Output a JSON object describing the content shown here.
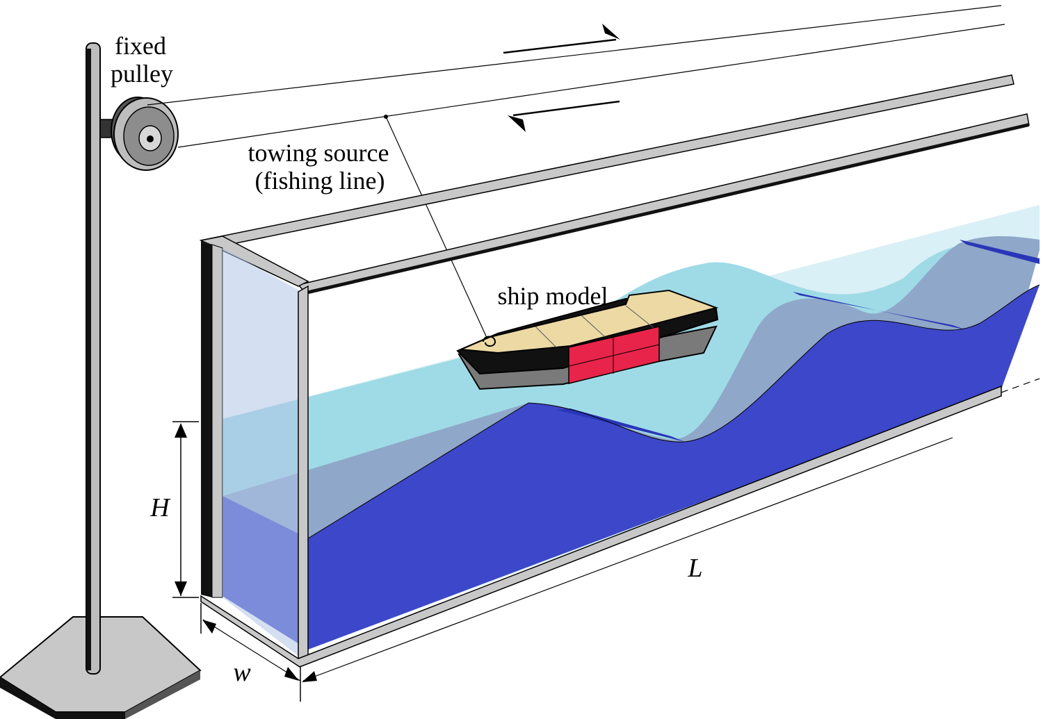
{
  "labels": {
    "pulley_line1": "fixed",
    "pulley_line2": "pulley",
    "towing_line1": "towing source",
    "towing_line2": "(fishing line)",
    "ship": "ship model",
    "height_symbol": "H",
    "length_symbol": "L",
    "width_symbol": "w"
  },
  "colors": {
    "deep_water": "#3d47c9",
    "surface_water": "#8fa7c8",
    "water_front_light": "#9fdbe6",
    "air_region": "#d9f0f6",
    "tank_frame": "#c8c8c8",
    "hull_black": "#111111",
    "hull_grey": "#7a7a7a",
    "deck": "#ecd9a4",
    "hull_red": "#e8244a",
    "pulley_grey": "#9a9a9a"
  }
}
